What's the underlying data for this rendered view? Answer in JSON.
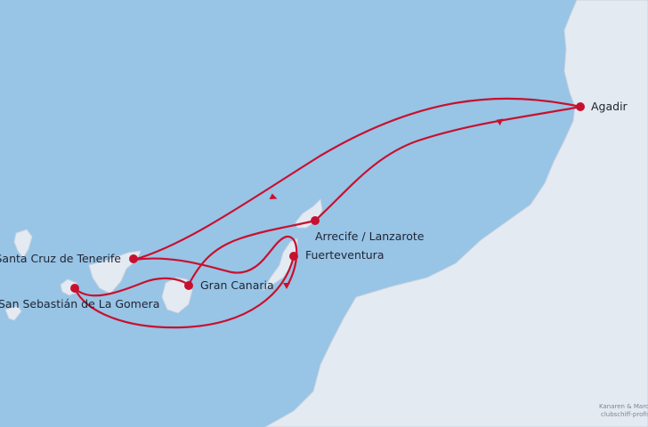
{
  "colors": {
    "sea": "#98c4e6",
    "land": "#e4eaf2",
    "land_stroke": "#c9d3df",
    "route": "#c8102e",
    "label": "#1e2430"
  },
  "ports": {
    "agadir": "Agadir",
    "lanzarote": "Arrecife / Lanzarote",
    "fuerteventura": "Fuerteventura",
    "tenerife": "Santa Cruz de Tenerife",
    "gran_canaria": "Gran Canaria",
    "la_gomera": "San Sebastián de La Gomera"
  },
  "credit": {
    "line1": "Kanaren & Marok",
    "line2": "clubschiff-profis."
  }
}
